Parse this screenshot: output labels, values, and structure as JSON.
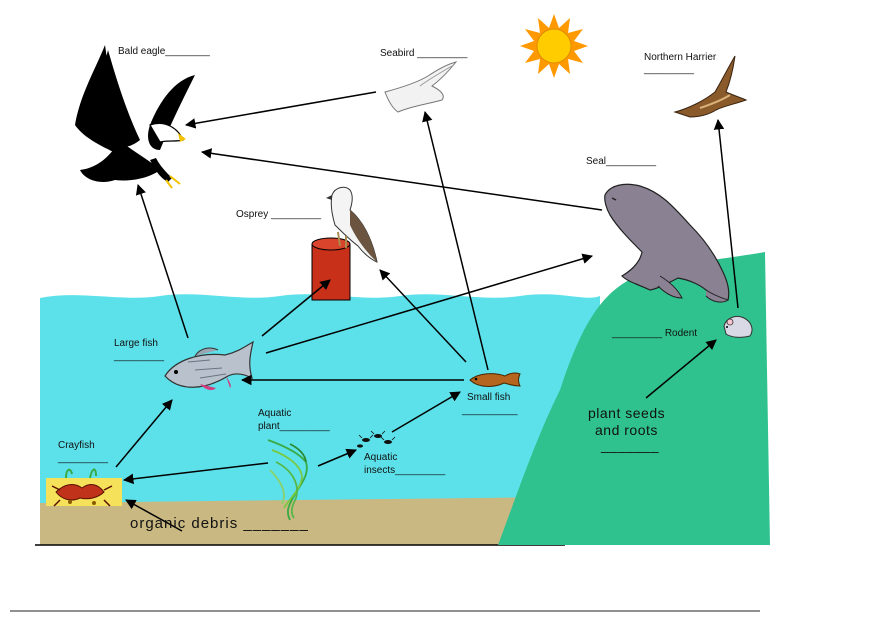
{
  "diagram": {
    "labels": {
      "bald_eagle": "Bald eagle________",
      "seabird": "Seabird _________",
      "northern_harrier": "Northern Harrier",
      "northern_harrier_blank": "_________",
      "seal": "Seal_________",
      "osprey": "Osprey _________",
      "large_fish": "Large fish",
      "large_fish_blank": "_________",
      "rodent": "_________ Rodent",
      "small_fish": "Small fish",
      "small_fish_blank": "__________",
      "aquatic_plant_1": "Aquatic",
      "aquatic_plant_2": "plant_________",
      "aquatic_insects_1": "Aquatic",
      "aquatic_insects_2": "insects_________",
      "crayfish": "Crayfish",
      "crayfish_blank": "_________",
      "plant_seeds_1": "plant seeds",
      "plant_seeds_2": "and roots",
      "plant_seeds_blank": "_______",
      "organic_debris": "organic debris _______"
    },
    "colors": {
      "water": "#5ce1ea",
      "sediment": "#c9b882",
      "rock": "#2fc28e",
      "seal": "#8a8193",
      "post": "#c8301a",
      "sun": "#ffcc00",
      "sun_rays": "#ff9900"
    },
    "icons": [
      "sun-icon",
      "bald-eagle-icon",
      "seabird-icon",
      "northern-harrier-icon",
      "seal-icon",
      "osprey-icon",
      "large-fish-icon",
      "small-fish-icon",
      "aquatic-plant-icon",
      "aquatic-insects-icon",
      "crayfish-icon",
      "rodent-icon"
    ]
  }
}
